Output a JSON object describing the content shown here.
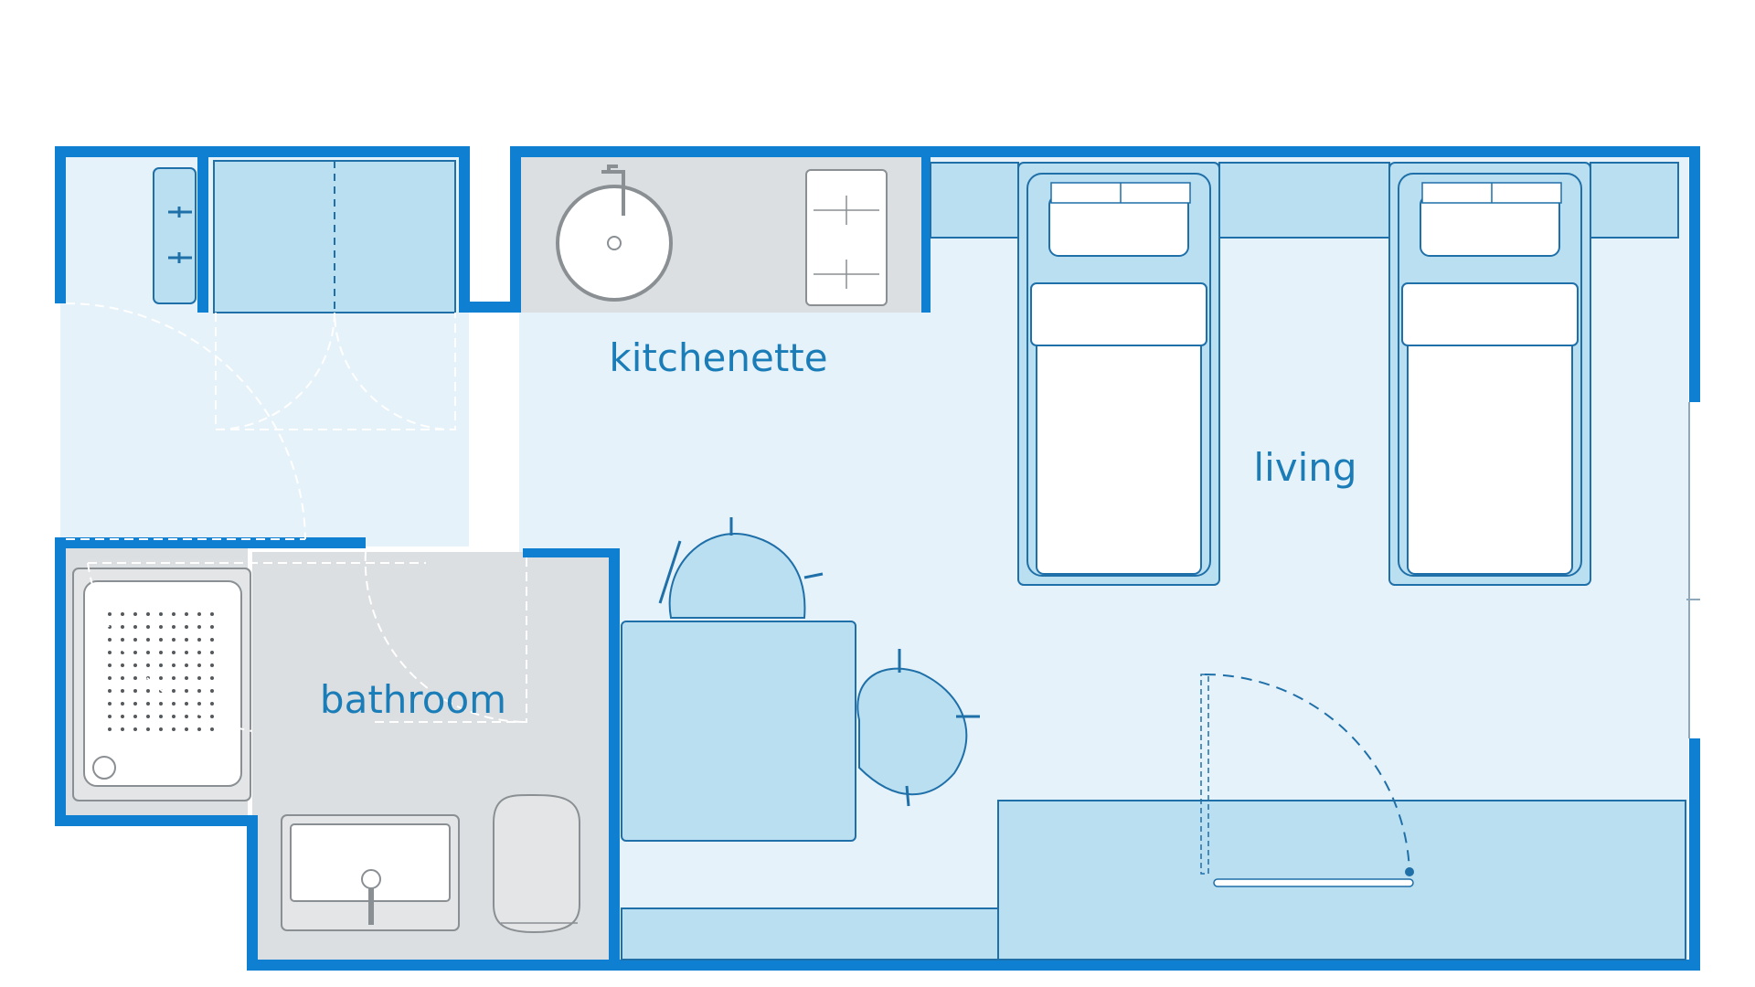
{
  "floorplan": {
    "rooms": {
      "kitchenette": "kitchenette",
      "living": "living",
      "bathroom": "bathroom"
    },
    "colors": {
      "wall": "#0f7fd1",
      "floor": "#e6f2fa",
      "furniture": "#b9dff0",
      "furniture_stroke": "#1f6fa8",
      "wet_area": "#dcdfe1",
      "fixture_stroke": "#8a8f93",
      "label": "#1b7db8"
    },
    "icons": [
      "single-bed-icon",
      "dining-table-icon",
      "chair-icon",
      "sink-icon",
      "cooktop-icon",
      "shower-tray-icon",
      "toilet-icon",
      "wardrobe-icon",
      "door-swing-icon"
    ]
  }
}
